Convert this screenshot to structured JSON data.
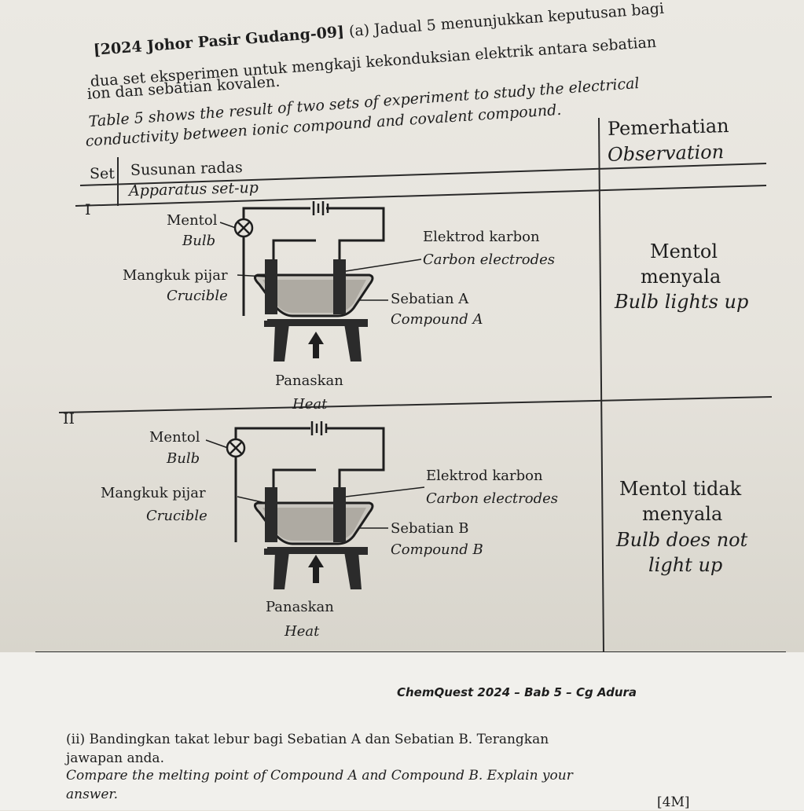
{
  "header": {
    "source": "[2024 Johor Pasir Gudang-09]",
    "part": "(a)",
    "malay_line1": "Jadual 5 menunjukkan keputusan bagi",
    "malay_line2": "dua set eksperimen untuk mengkaji kekonduksian elektrik antara sebatian",
    "malay_line3": "ion dan sebatian kovalen.",
    "english_line1": "Table 5 shows the result of two sets of experiment to study the electrical",
    "english_line2": "conductivity between ionic compound and covalent compound."
  },
  "table": {
    "col_set_label": "Set",
    "col_apparatus_malay": "Susunan radas",
    "col_apparatus_english": "Apparatus set-up",
    "col_observation_malay": "Pemerhatian",
    "col_observation_english": "Observation",
    "rows": [
      {
        "set": "I",
        "bulb_malay": "Mentol",
        "bulb_english": "Bulb",
        "electrode_malay": "Elektrod karbon",
        "electrode_english": "Carbon electrodes",
        "crucible_malay": "Mangkuk pijar",
        "crucible_english": "Crucible",
        "compound_malay": "Sebatian A",
        "compound_english": "Compound A",
        "heat_malay": "Panaskan",
        "heat_english": "Heat",
        "obs_malay_1": "Mentol",
        "obs_malay_2": "menyala",
        "obs_english": "Bulb lights up"
      },
      {
        "set": "II",
        "bulb_malay": "Mentol",
        "bulb_english": "Bulb",
        "electrode_malay": "Elektrod karbon",
        "electrode_english": "Carbon electrodes",
        "crucible_malay": "Mangkuk pijar",
        "crucible_english": "Crucible",
        "compound_malay": "Sebatian B",
        "compound_english": "Compound B",
        "heat_malay": "Panaskan",
        "heat_english": "Heat",
        "obs_malay_1": "Mentol tidak",
        "obs_malay_2": "menyala",
        "obs_english_1": "Bulb does not",
        "obs_english_2": "light up"
      }
    ]
  },
  "footer": "ChemQuest 2024 – Bab 5 – Cg Adura",
  "question": {
    "number": "(ii)",
    "malay_line1": "Bandingkan takat lebur bagi Sebatian A dan Sebatian B. Terangkan",
    "malay_line2": "jawapan anda.",
    "english_line1": "Compare the melting point of Compound A and Compound B. Explain your",
    "english_line2": "answer.",
    "marks": "[4M]"
  }
}
